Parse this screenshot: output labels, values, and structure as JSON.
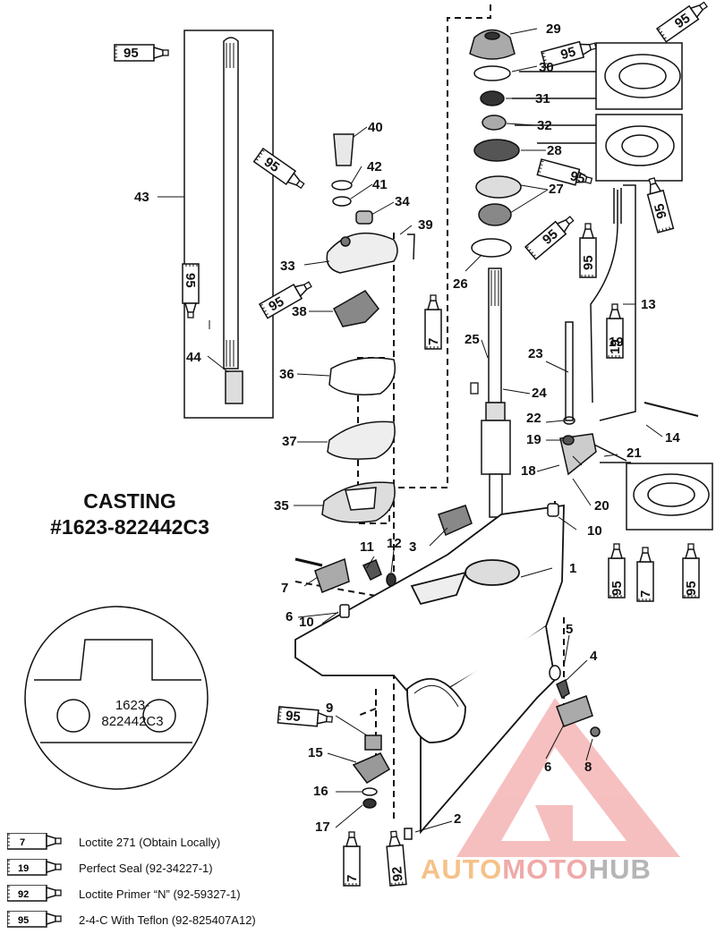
{
  "casting": {
    "line1": "CASTING",
    "line2": "#1623-822442C3"
  },
  "inset": {
    "line1": "1623-",
    "line2": "822442C3"
  },
  "callouts": [
    "1",
    "2",
    "3",
    "4",
    "5",
    "6",
    "6",
    "7",
    "8",
    "9",
    "10",
    "10",
    "11",
    "12",
    "13",
    "14",
    "15",
    "16",
    "17",
    "18",
    "19",
    "19",
    "20",
    "21",
    "22",
    "23",
    "24",
    "25",
    "26",
    "27",
    "28",
    "29",
    "30",
    "31",
    "32",
    "33",
    "34",
    "35",
    "36",
    "37",
    "38",
    "39",
    "40",
    "41",
    "42",
    "43",
    "44"
  ],
  "tube_codes": [
    "95",
    "95",
    "95",
    "95",
    "95",
    "95",
    "95",
    "95",
    "95",
    "95",
    "95",
    "95",
    "95",
    "19",
    "7",
    "7",
    "7",
    "92",
    "95",
    "95"
  ],
  "legend": [
    {
      "code": "7",
      "label": "Loctite 271 (Obtain Locally)"
    },
    {
      "code": "19",
      "label": "Perfect Seal (92-34227-1)"
    },
    {
      "code": "92",
      "label": "Loctite Primer “N” (92-59327-1)"
    },
    {
      "code": "95",
      "label": "2-4-C  With Teflon (92-825407A12)"
    }
  ],
  "watermark": {
    "part1": "AUTO",
    "part2": "MOTO",
    "part3": "HUB",
    "color1": "#f4c28a",
    "color2": "#f0a9a9",
    "color3": "#b5b5b5"
  }
}
